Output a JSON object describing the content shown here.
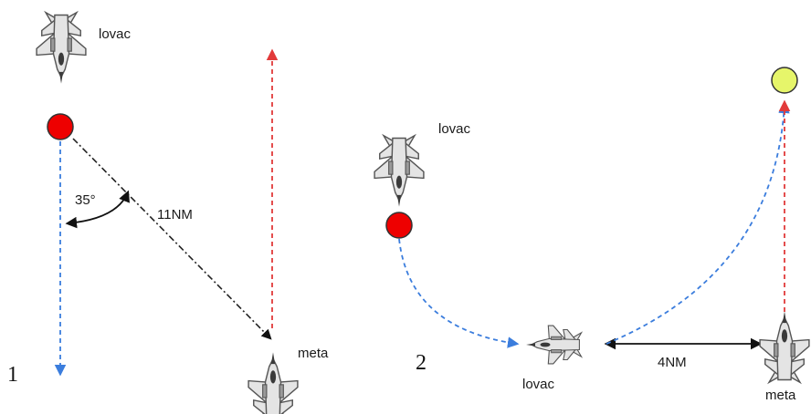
{
  "panel1": {
    "number": "1",
    "fighter_label": "lovac",
    "target_label": "meta",
    "angle_label": "35°",
    "distance_label": "11NM"
  },
  "panel2": {
    "number": "2",
    "fighter_label_top": "lovac",
    "fighter_label_bottom": "lovac",
    "target_label": "meta",
    "distance_label": "4NM"
  },
  "colors": {
    "red_marker": "#ee0000",
    "yellow_marker": "#e6f56a",
    "blue_path": "#3b7ddd",
    "red_path": "#e23a3a",
    "black_path": "#222222"
  },
  "icons": {
    "aircraft": "fighter-jet-icon",
    "position_marker": "circle-marker-icon"
  }
}
